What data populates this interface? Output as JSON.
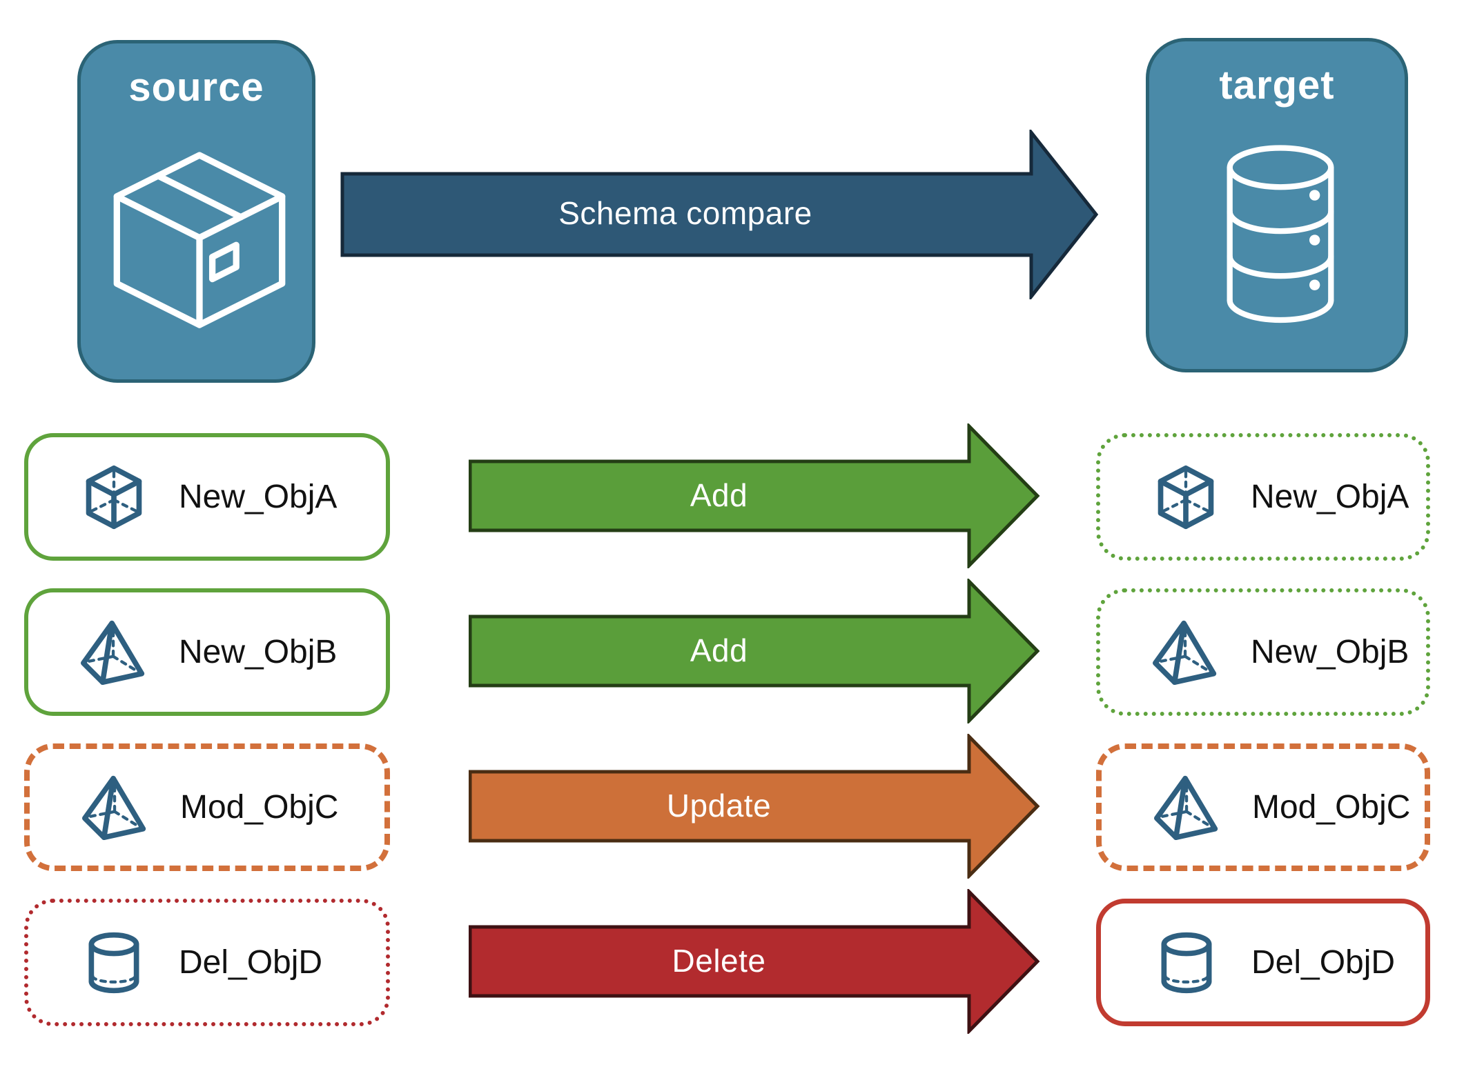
{
  "nodes": {
    "source": {
      "label": "source",
      "icon": "package-box-icon",
      "fill": "#4A8AA8"
    },
    "target": {
      "label": "target",
      "icon": "database-icon",
      "fill": "#4A8AA8"
    }
  },
  "schema_arrow": {
    "label": "Schema compare",
    "fill": "#2E5876"
  },
  "rows": [
    {
      "name": "New_ObjA",
      "icon": "cube-icon",
      "action": "Add",
      "arrow_color": "#5A9E3A",
      "source_border": "solid green",
      "target_border": "dotted green"
    },
    {
      "name": "New_ObjB",
      "icon": "pyramid-icon",
      "action": "Add",
      "arrow_color": "#5A9E3A",
      "source_border": "solid green",
      "target_border": "dotted green"
    },
    {
      "name": "Mod_ObjC",
      "icon": "pyramid-icon",
      "action": "Update",
      "arrow_color": "#CD7039",
      "source_border": "dashed orange",
      "target_border": "dashed orange"
    },
    {
      "name": "Del_ObjD",
      "icon": "cylinder-icon",
      "action": "Delete",
      "arrow_color": "#B22B2E",
      "source_border": "dotted red",
      "target_border": "solid red"
    }
  ],
  "colors": {
    "node_blue": "#4A8AA8",
    "node_border": "#2B6375",
    "schema_arrow_blue": "#2E5876",
    "add_green": "#5A9E3A",
    "green_border": "#5FA33C",
    "update_orange": "#CD7039",
    "orange_border": "#D2703B",
    "delete_red": "#B22B2E",
    "red_border": "#B12A2E",
    "red_solid_border": "#C13B30",
    "icon_navy": "#2E5F80"
  }
}
